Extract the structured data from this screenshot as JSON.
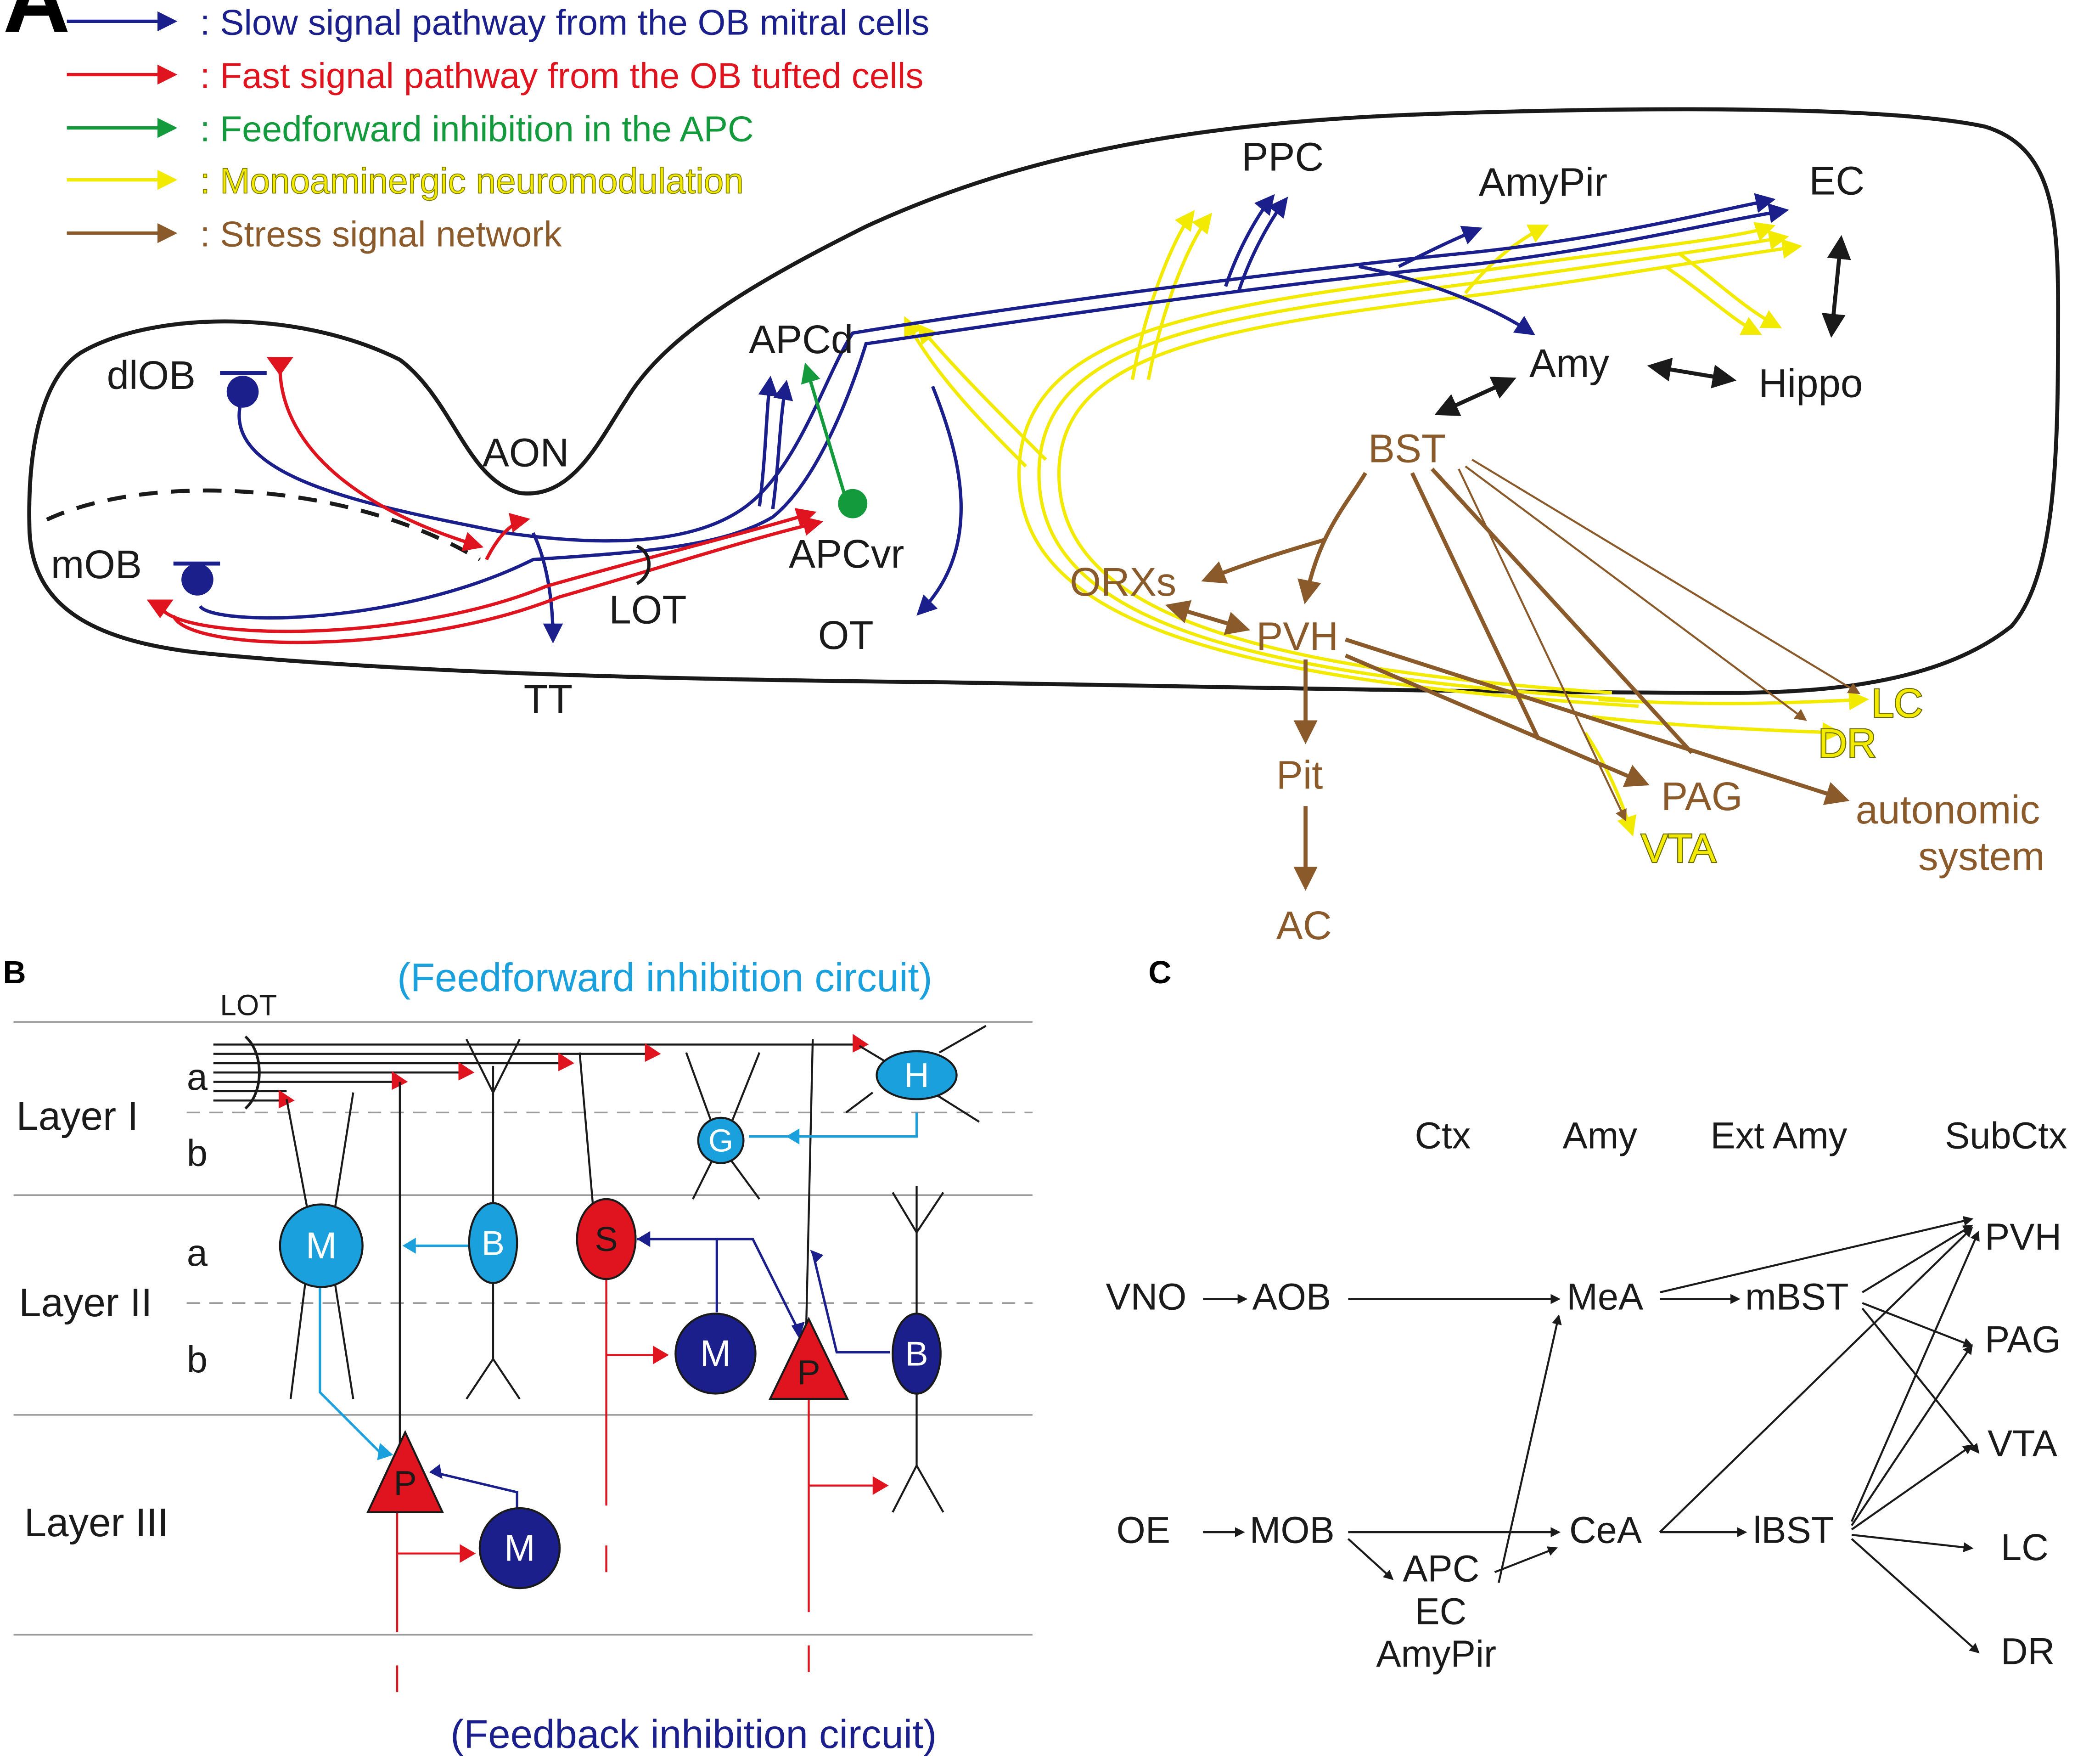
{
  "colors": {
    "slow": "#1a1f8c",
    "fast": "#e0141e",
    "ffi": "#139a3c",
    "mono": "#f2ea00",
    "stress": "#8b5a2b",
    "black": "#1a1a1a",
    "light_blue": "#1aa0dc",
    "dark_blue": "#1a1f8c",
    "red_cell": "#e0141e"
  },
  "panels": {
    "A": "A",
    "B": "B",
    "C": "C"
  },
  "legend": [
    {
      "color": "slow",
      "text": ": Slow signal pathway from the OB mitral cells"
    },
    {
      "color": "fast",
      "text": ": Fast signal pathway from the OB tufted cells"
    },
    {
      "color": "ffi",
      "text": ": Feedforward inhibition in the APC"
    },
    {
      "color": "mono",
      "text": ": Monoaminergic neuromodulation"
    },
    {
      "color": "stress",
      "text": ": Stress signal network"
    }
  ],
  "panel_a": {
    "labels": {
      "dlOB": "dlOB",
      "mOB": "mOB",
      "AON": "AON",
      "LOT": "LOT",
      "TT": "TT",
      "APCd": "APCd",
      "APCvr": "APCvr",
      "OT": "OT",
      "PPC": "PPC",
      "AmyPir": "AmyPir",
      "EC": "EC",
      "Amy": "Amy",
      "Hippo": "Hippo"
    },
    "stress_labels": {
      "BST": "BST",
      "ORXs": "ORXs",
      "PVH": "PVH",
      "Pit": "Pit",
      "AC": "AC",
      "PAG": "PAG",
      "autonomic": "autonomic",
      "system": "system"
    },
    "mono_labels": {
      "LC": "LC",
      "DR": "DR",
      "VTA": "VTA"
    }
  },
  "panel_b": {
    "ffi_title": "(Feedforward inhibition circuit)",
    "fbi_title": "(Feedback inhibition circuit)",
    "lot": "LOT",
    "layers": {
      "l1": "Layer I",
      "l2": "Layer II",
      "l3": "Layer III"
    },
    "sublayers": {
      "a1": "a",
      "b1": "b",
      "a2": "a",
      "b2": "b"
    },
    "cells": {
      "H": "H",
      "G": "G",
      "M1": "M",
      "B1": "B",
      "S": "S",
      "M2": "M",
      "P1": "P",
      "B2": "B",
      "P2": "P",
      "M3": "M"
    }
  },
  "panel_c": {
    "headers": {
      "ctx": "Ctx",
      "amy": "Amy",
      "ext": "Ext Amy",
      "sub": "SubCtx"
    },
    "nodes": {
      "VNO": "VNO",
      "AOB": "AOB",
      "OE": "OE",
      "MOB": "MOB",
      "APC": "APC",
      "EC": "EC",
      "AmyPir": "AmyPir",
      "MeA": "MeA",
      "CeA": "CeA",
      "mBST": "mBST",
      "lBST": "lBST",
      "PVH": "PVH",
      "PAG": "PAG",
      "VTA": "VTA",
      "LC": "LC",
      "DR": "DR"
    }
  }
}
